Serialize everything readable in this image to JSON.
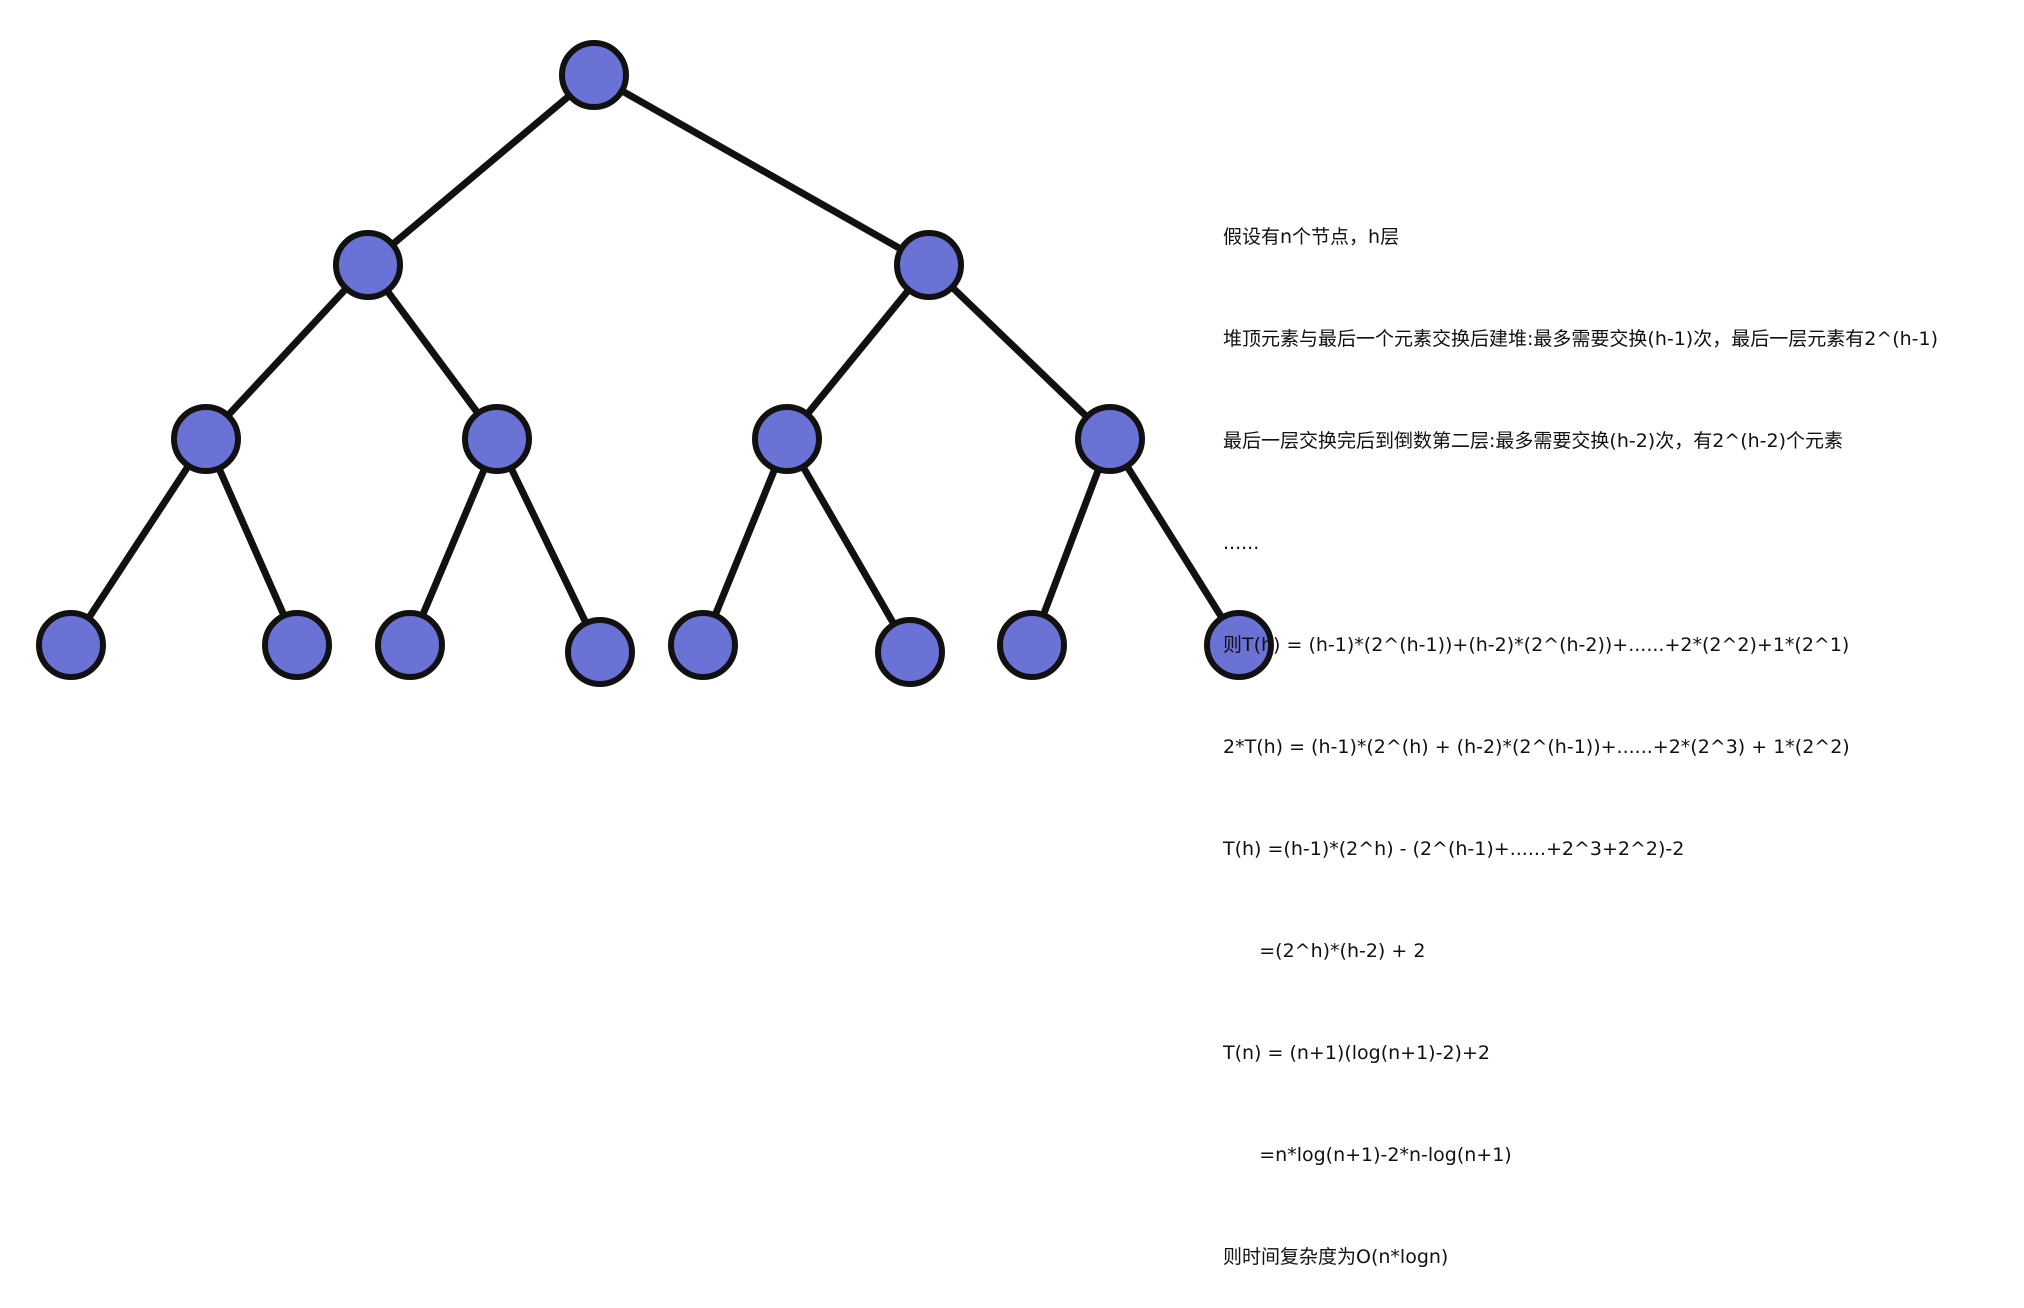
{
  "diagram": {
    "type": "complete-binary-tree",
    "levels": 4,
    "node_fill": "#6a72d6",
    "node_stroke": "#111111",
    "edge_color": "#111111"
  },
  "notes": {
    "lines": [
      "假设有n个节点，h层",
      "堆顶元素与最后一个元素交换后建堆:最多需要交换(h-1)次，最后一层元素有2^(h-1)",
      "最后一层交换完后到倒数第二层:最多需要交换(h-2)次，有2^(h-2)个元素",
      "......",
      "则T(h) = (h-1)*(2^(h-1))+(h-2)*(2^(h-2))+......+2*(2^2)+1*(2^1)",
      "2*T(h) = (h-1)*(2^(h) + (h-2)*(2^(h-1))+......+2*(2^3) + 1*(2^2)",
      "T(h) =(h-1)*(2^h) - (2^(h-1)+......+2^3+2^2)-2",
      "      =(2^h)*(h-2) + 2",
      "T(n) = (n+1)(log(n+1)-2)+2",
      "      =n*log(n+1)-2*n-log(n+1)",
      "则时间复杂度为O(n*logn)"
    ]
  }
}
